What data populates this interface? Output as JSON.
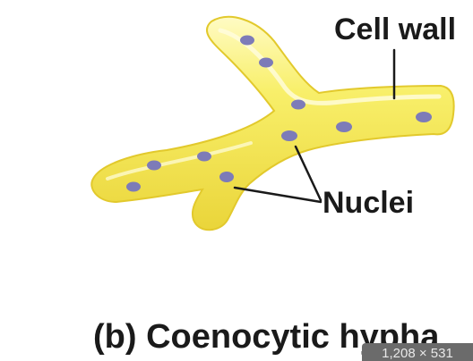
{
  "labels": {
    "cell_wall": "Cell wall",
    "nuclei": "Nuclei"
  },
  "caption": "(b) Coenocytic hypha",
  "image_size_badge": "1,208 × 531",
  "colors": {
    "hypha_fill": "#f6ea4a",
    "hypha_outline": "#e2c92c",
    "nucleus": "#7d7bb8",
    "leader_line": "#1a1a1a",
    "text": "#1a1a1a"
  }
}
